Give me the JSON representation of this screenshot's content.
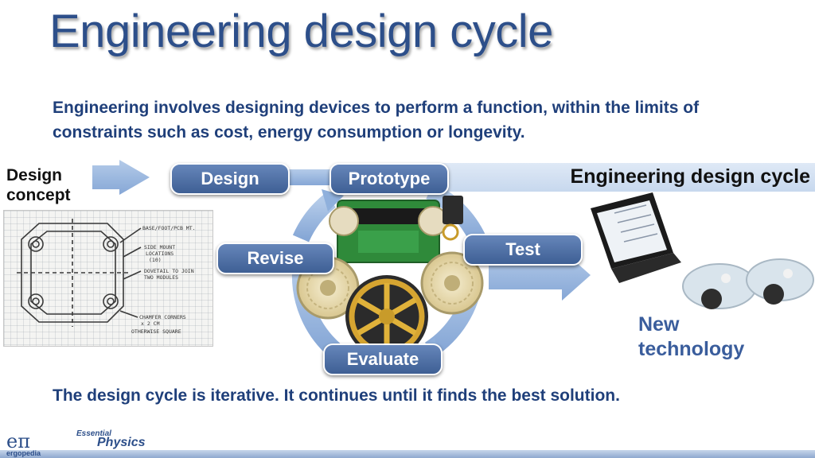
{
  "title": "Engineering design cycle",
  "intro": "Engineering involves designing devices to perform a function, within the limits of constraints such as cost, energy consumption or longevity.",
  "design_concept_label": "Design concept",
  "cycle_banner": "Engineering design cycle",
  "stages": {
    "design": "Design",
    "prototype": "Prototype",
    "test": "Test",
    "evaluate": "Evaluate",
    "revise": "Revise"
  },
  "new_technology_label": "New technology",
  "footer_note": "The design cycle is iterative.  It continues until it finds the best solution.",
  "sketch_notes": [
    "BASE/FOOT/PCB MT.",
    "SIDE MOUNT",
    "LOCATIONS",
    "(10)",
    "DOVETAIL TO JOIN",
    "TWO MODULES",
    "CHAMFER CORNERS",
    "x 2 CM",
    "OTHERWISE SQUARE"
  ],
  "brand": {
    "symbol": "eπ",
    "name": "ergopedia"
  },
  "series": {
    "top": "Essential",
    "bottom": "Physics"
  },
  "colors": {
    "title": "#2d4f8a",
    "text": "#1f3f7a",
    "pill": "#4a6ca3",
    "arrow": "#9ab8e0",
    "banner": "#d4e1f2"
  }
}
